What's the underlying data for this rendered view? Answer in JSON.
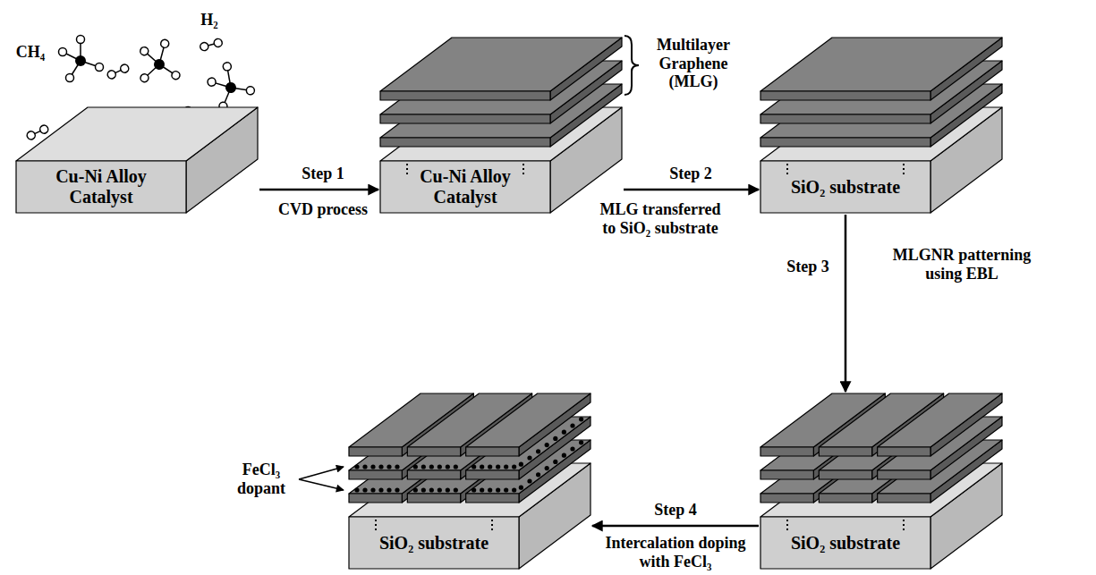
{
  "diagram": {
    "nodes": [
      {
        "text": [
          "Cu-Ni Alloy Catalyst"
        ]
      },
      {
        "text": [
          "Cu-Ni Alloy Catalyst"
        ]
      },
      {
        "text": [
          "SiO₂ substrate"
        ]
      },
      {
        "text": [
          "SiO₂ substrate"
        ]
      },
      {
        "text": [
          "SiO₂ substrate"
        ]
      }
    ],
    "edges": [
      {
        "from": 0,
        "to": 1,
        "arrow": "to",
        "label": "Step 1"
      },
      {
        "from": 1,
        "to": 2,
        "arrow": "to",
        "label": "Step 2"
      },
      {
        "from": 2,
        "to": 4,
        "arrow": "to",
        "label": "Step 3"
      },
      {
        "from": 4,
        "to": 3,
        "arrow": "to",
        "label": "Step 4"
      }
    ],
    "labels": [
      "CH₄",
      "H₂",
      "Multilayer Graphene (MLG)",
      "CVD process",
      "MLG transferred to SiO₂ substrate",
      "MLGNR patterning using EBL",
      "Intercalation doping with FeCl₃",
      "FeCl₃ dopant"
    ]
  }
}
